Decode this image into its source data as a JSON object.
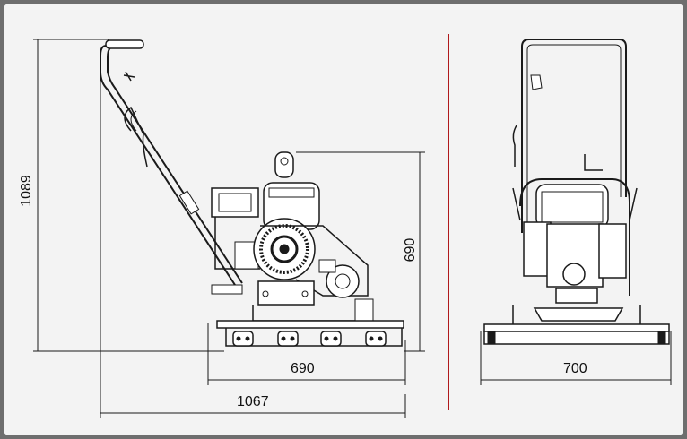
{
  "dimensions": {
    "side_total_height": "1089",
    "side_engine_height": "690",
    "side_plate_length": "690",
    "side_total_length": "1067",
    "front_plate_width": "700"
  },
  "colors": {
    "background": "#f3f3f3",
    "outer": "#6e6e6e",
    "separator": "#b0191c",
    "line": "#1a1a1a"
  }
}
